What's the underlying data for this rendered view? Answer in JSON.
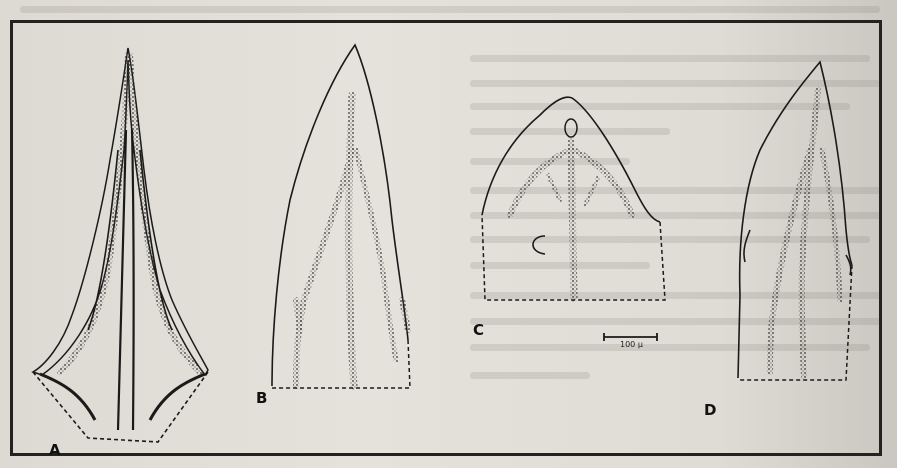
{
  "figure": {
    "panels": [
      {
        "id": "a",
        "label": "A"
      },
      {
        "id": "b",
        "label": "B"
      },
      {
        "id": "c",
        "label": "C"
      },
      {
        "id": "d",
        "label": "D"
      }
    ],
    "scale_bar_label": "100 μ"
  }
}
